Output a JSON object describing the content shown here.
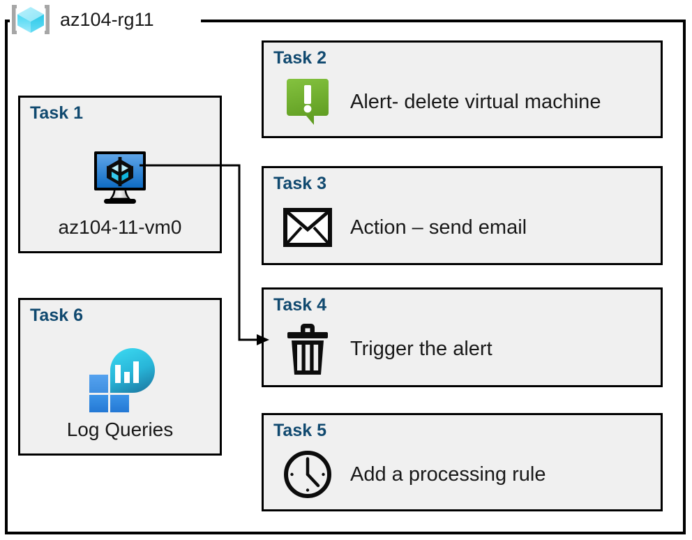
{
  "diagram": {
    "container": {
      "label": "az104-rg11",
      "icon": "azure-resource-group-icon",
      "border_color": "#000000",
      "background": "#ffffff"
    },
    "accent_heading_color": "#10496f",
    "card_background": "#f0f0f0",
    "cards": [
      {
        "id": "task1",
        "title": "Task 1",
        "label": "az104-11-vm0",
        "icon": "virtual-machine-icon",
        "layout": "vertical"
      },
      {
        "id": "task2",
        "title": "Task 2",
        "label": "Alert- delete virtual machine",
        "icon": "alert-callout-icon",
        "icon_color": "#73b333",
        "layout": "horizontal"
      },
      {
        "id": "task3",
        "title": "Task 3",
        "label": "Action – send email",
        "icon": "envelope-icon",
        "icon_color": "#000000",
        "layout": "horizontal"
      },
      {
        "id": "task4",
        "title": "Task 4",
        "label": "Trigger the alert",
        "icon": "trash-can-icon",
        "icon_color": "#000000",
        "layout": "horizontal"
      },
      {
        "id": "task5",
        "title": "Task 5",
        "label": "Add a processing rule",
        "icon": "clock-icon",
        "icon_color": "#000000",
        "layout": "horizontal"
      },
      {
        "id": "task6",
        "title": "Task 6",
        "label": "Log Queries",
        "icon": "log-analytics-icon",
        "layout": "vertical"
      }
    ],
    "connectors": [
      {
        "id": "vm-to-task4",
        "from": "task1-vm-icon",
        "to": "task4",
        "arrowhead": "end",
        "color": "#000000"
      }
    ]
  }
}
